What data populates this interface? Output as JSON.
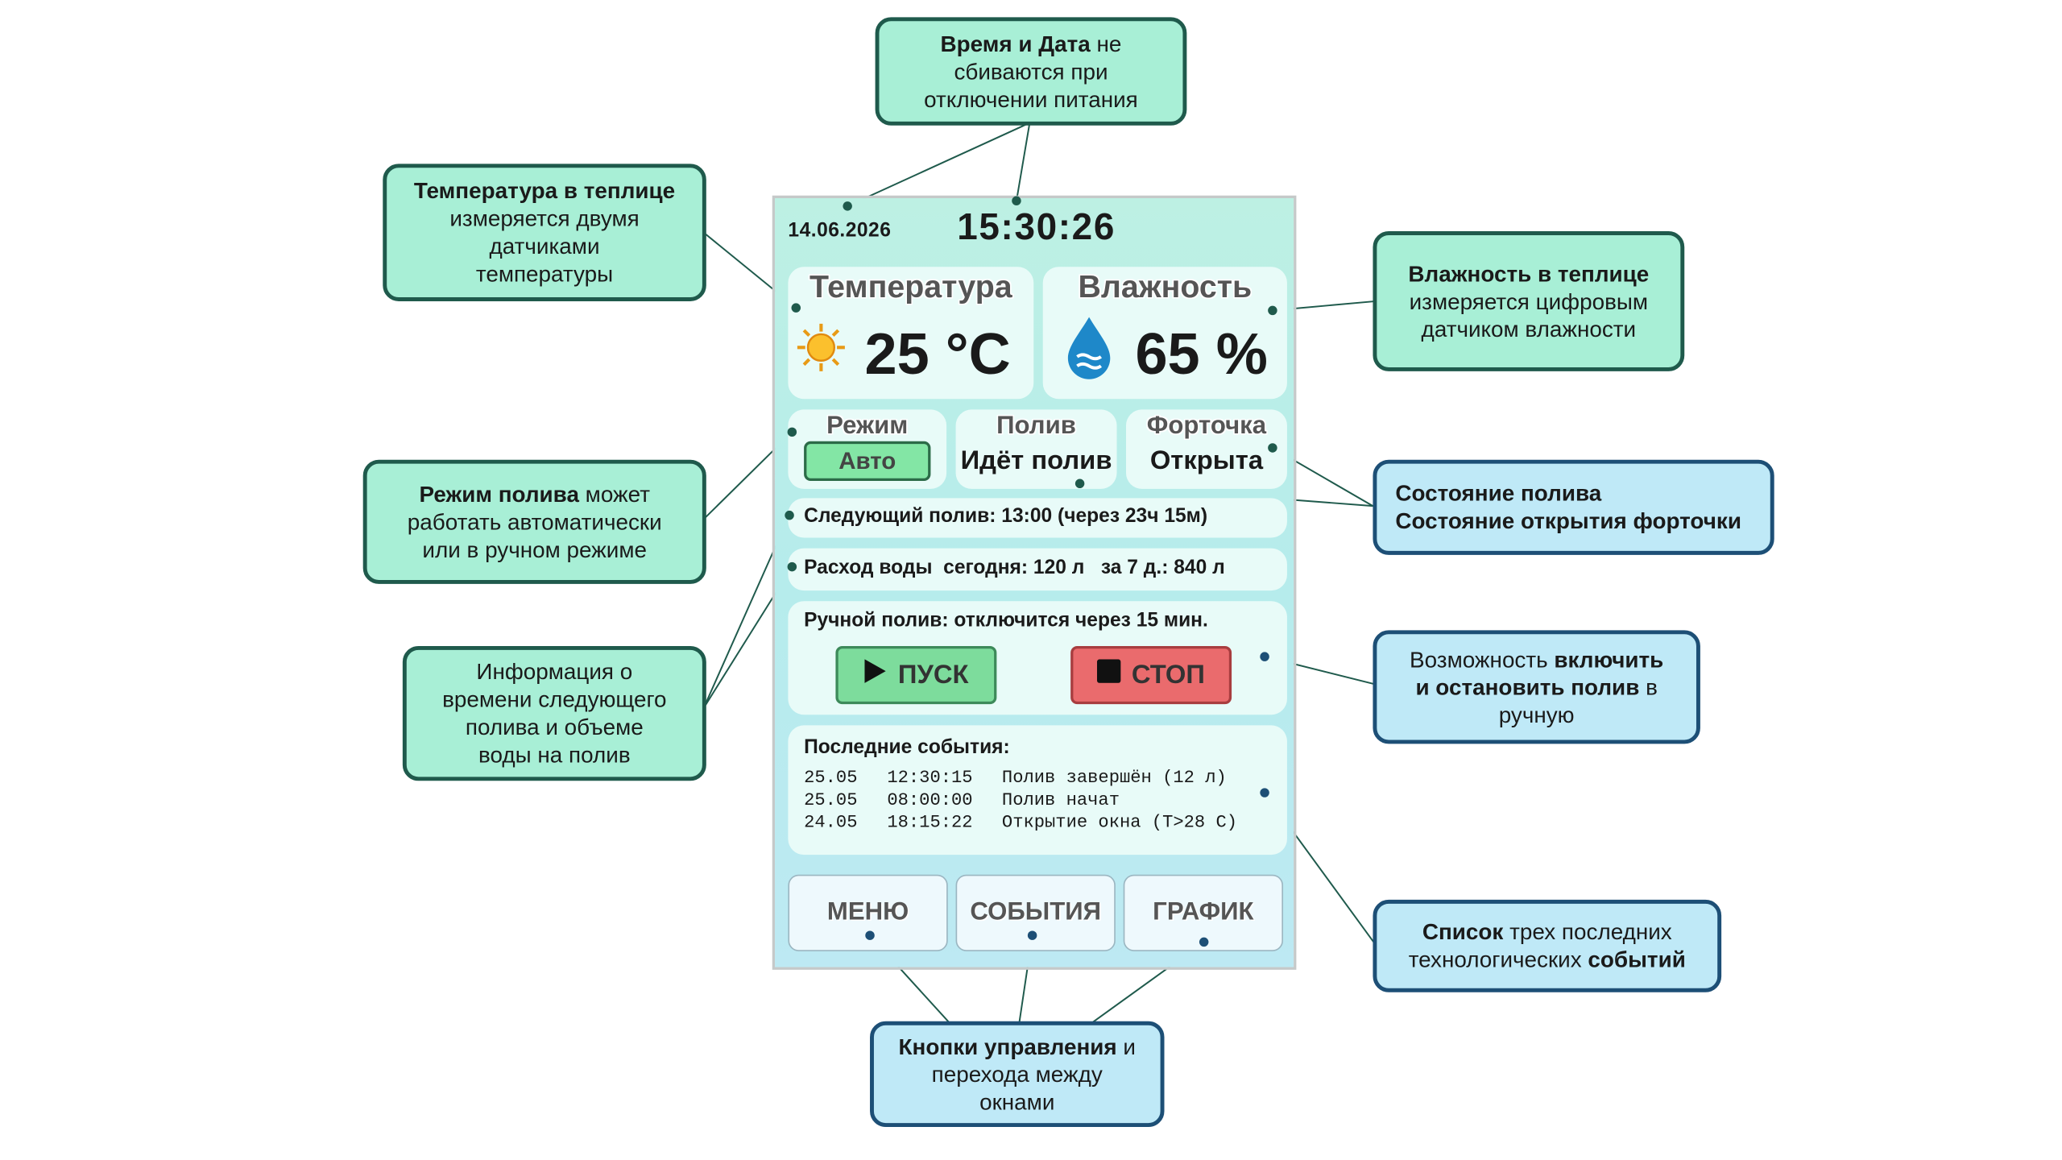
{
  "device": {
    "date": "14.06.2026",
    "time": "15:30:26",
    "temperature": {
      "title": "Температура",
      "value": "25",
      "unit": "°C",
      "icon": "sun-icon"
    },
    "humidity": {
      "title": "Влажность",
      "value": "65 %",
      "icon": "water-drop-icon"
    },
    "mode": {
      "title": "Режим",
      "value": "Авто"
    },
    "watering": {
      "title": "Полив",
      "value": "Идёт полив"
    },
    "vent": {
      "title": "Форточка",
      "value": "Открыта"
    },
    "next_watering": {
      "label": "Следующий полив:",
      "value": "13:00 (через 23ч 15м)"
    },
    "water_usage": {
      "label": "Расход воды",
      "today": "сегодня: 120 л",
      "week": "за 7 д.: 840 л"
    },
    "manual": {
      "label": "Ручной полив:",
      "value": "отключится через 15 мин.",
      "start_label": "ПУСК",
      "stop_label": "СТОП"
    },
    "events": {
      "title": "Последние события:",
      "rows": [
        {
          "date": "25.05",
          "time": "12:30:15",
          "text": "Полив завершён (12 л)"
        },
        {
          "date": "25.05",
          "time": "08:00:00",
          "text": "Полив начат"
        },
        {
          "date": "24.05",
          "time": "18:15:22",
          "text": "Открытие окна (T>28 C)"
        }
      ]
    },
    "nav": {
      "menu": "МЕНЮ",
      "events": "СОБЫТИЯ",
      "chart": "ГРАФИК"
    }
  },
  "callouts": {
    "datetime": {
      "bold": "Время и Дата",
      "rest1": " не",
      "rest2": "сбиваются при",
      "rest3": "отключении питания"
    },
    "temperature": {
      "bold": "Температура в теплице",
      "line2": "измеряется двумя",
      "line3": "датчиками",
      "line4": "температуры"
    },
    "humidity": {
      "bold": "Влажность в теплице",
      "line2": "измеряется цифровым",
      "line3": "датчиком влажности"
    },
    "mode": {
      "bold": "Режим полива",
      "rest1": " может",
      "line2": "работать автоматически",
      "line3": "или в ручном режиме"
    },
    "status": {
      "line1": "Состояние полива",
      "line2": "Состояние открытия форточки"
    },
    "info": {
      "line1": "Информация о",
      "line2": "времени следующего",
      "line3": "полива и объеме",
      "line4": "воды на полив"
    },
    "manual": {
      "pre": "Возможность ",
      "bold1": "включить",
      "bold2": "и остановить полив",
      "rest2": " в",
      "line3": "ручную"
    },
    "events": {
      "bold": "Список",
      "rest1": " трех последних",
      "line2": "технологических ",
      "bold2": "событий"
    },
    "nav": {
      "bold": "Кнопки управления",
      "rest1": " и",
      "line2": "перехода между",
      "line3": "окнами"
    }
  },
  "colors": {
    "green_box": "#a8efd6",
    "blue_box": "#bfe9f7",
    "start": "#7ddc9c",
    "stop": "#ea6b6d"
  }
}
